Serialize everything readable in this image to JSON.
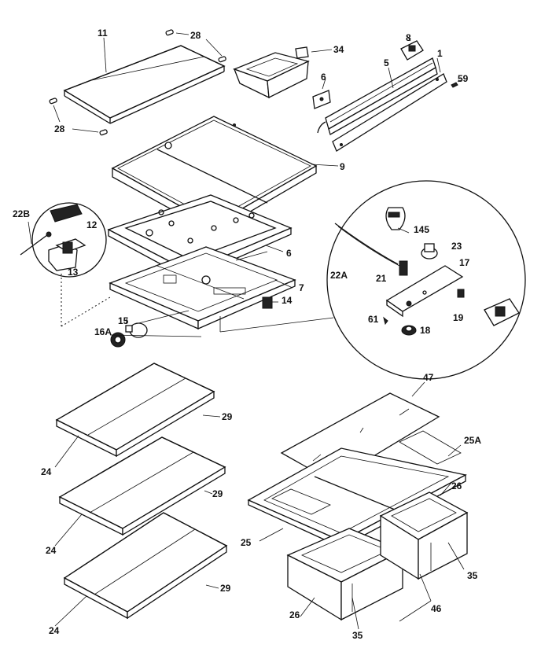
{
  "diagram": {
    "labels": {
      "p11": "11",
      "p28a": "28",
      "p28b": "28",
      "p34": "34",
      "p8": "8",
      "p1": "1",
      "p5": "5",
      "p6": "6",
      "p59": "59",
      "p9": "9",
      "p22b": "22B",
      "p12": "12",
      "p13": "13",
      "p145": "145",
      "p23": "23",
      "p17": "17",
      "p22a": "22A",
      "p21": "21",
      "p6b": "6",
      "p7": "7",
      "p14": "14",
      "p15": "15",
      "p16a": "16A",
      "p61": "61",
      "p18": "18",
      "p19": "19",
      "p47": "47",
      "p29a": "29",
      "p29b": "29",
      "p29c": "29",
      "p24a": "24",
      "p24b": "24",
      "p24c": "24",
      "p25a": "25A",
      "p26a": "26",
      "p25": "25",
      "p35a": "35",
      "p35b": "35",
      "p26b": "26",
      "p46": "46"
    }
  }
}
